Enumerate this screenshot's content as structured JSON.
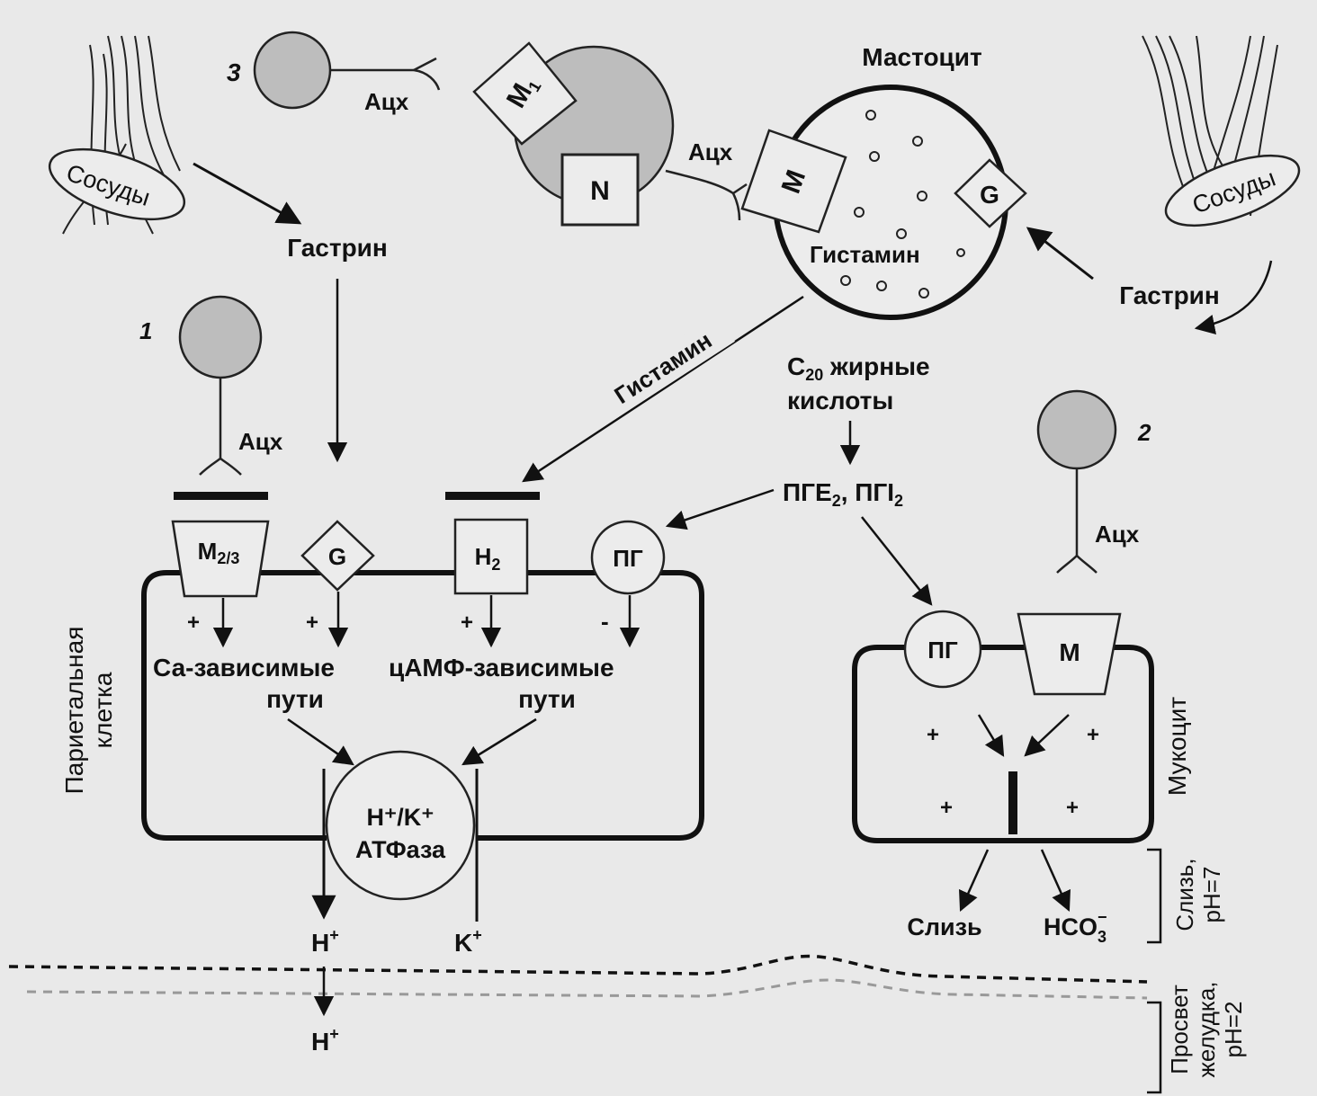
{
  "labels": {
    "vessels_left": "Сосуды",
    "vessels_right": "Сосуды",
    "neuron3_num": "3",
    "neuron1_num": "1",
    "neuron2_num": "2",
    "ach_top": "Ацх",
    "ach_mast": "Ацх",
    "ach_n1": "Ацх",
    "ach_n2": "Ацх",
    "m1": "M",
    "m1_sub": "1",
    "n_receptor": "N",
    "mast_title": "Мастоцит",
    "mast_m": "M",
    "mast_g": "G",
    "mast_histamine": "Гистамин",
    "gastrin_left": "Гастрин",
    "gastrin_right": "Гастрин",
    "histamine_arrow": "Гистамин",
    "fatty_acids_1": "C",
    "fatty_acids_sub": "20",
    "fatty_acids_2": " жирные",
    "fatty_acids_3": "кислоты",
    "pge": "ПГЕ",
    "pge_sub": "2",
    "pgi": ", ПГI",
    "pgi_sub": "2",
    "rec_m23": "M",
    "rec_m23_sub": "2/3",
    "rec_g": "G",
    "rec_h2": "H",
    "rec_h2_sub": "2",
    "rec_pg": "ПГ",
    "plus": "+",
    "minus": "-",
    "ca_paths": "Са-зависимые",
    "camp_paths": "цАМФ-зависимые",
    "paths": "пути",
    "pump_1": "H⁺/K⁺",
    "pump_2": "АТФаза",
    "h_out": "H",
    "k_in": "K",
    "h_lumen": "H",
    "parietal": "Париетальная",
    "parietal_2": "клетка",
    "muco_pg": "ПГ",
    "muco_m": "M",
    "mucocyte": "Мукоцит",
    "mucus": "Слизь",
    "hco3": "HCO",
    "mucus_layer_1": "Слизь,",
    "mucus_layer_2": "pH=7",
    "lumen_1": "Просвет",
    "lumen_2": "желудка,",
    "lumen_3": "pH=2"
  }
}
